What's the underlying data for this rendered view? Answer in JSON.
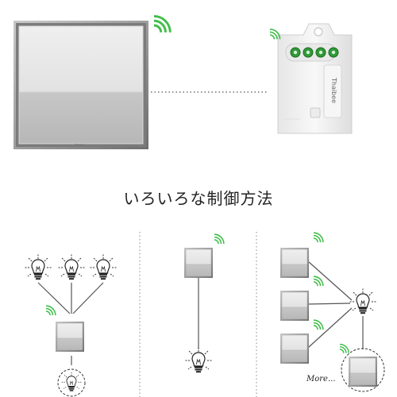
{
  "caption": "いろいろな制御方法",
  "more_label": "More...",
  "brand_label": "Thaibee",
  "switch_mark": "Thaibee",
  "colors": {
    "signal_green": "#3fbe48",
    "panel_light": "#e7e7e7",
    "panel_dark": "#bdbdbd",
    "frame": "#8a8a8a",
    "receiver_body": "#f4f4f4",
    "led_green": "#2f9a37",
    "wire": "#555555"
  },
  "icons": [
    "wall-switch-icon",
    "wireless-signal-icon",
    "receiver-module-icon",
    "light-bulb-icon",
    "dashed-circle-icon"
  ]
}
